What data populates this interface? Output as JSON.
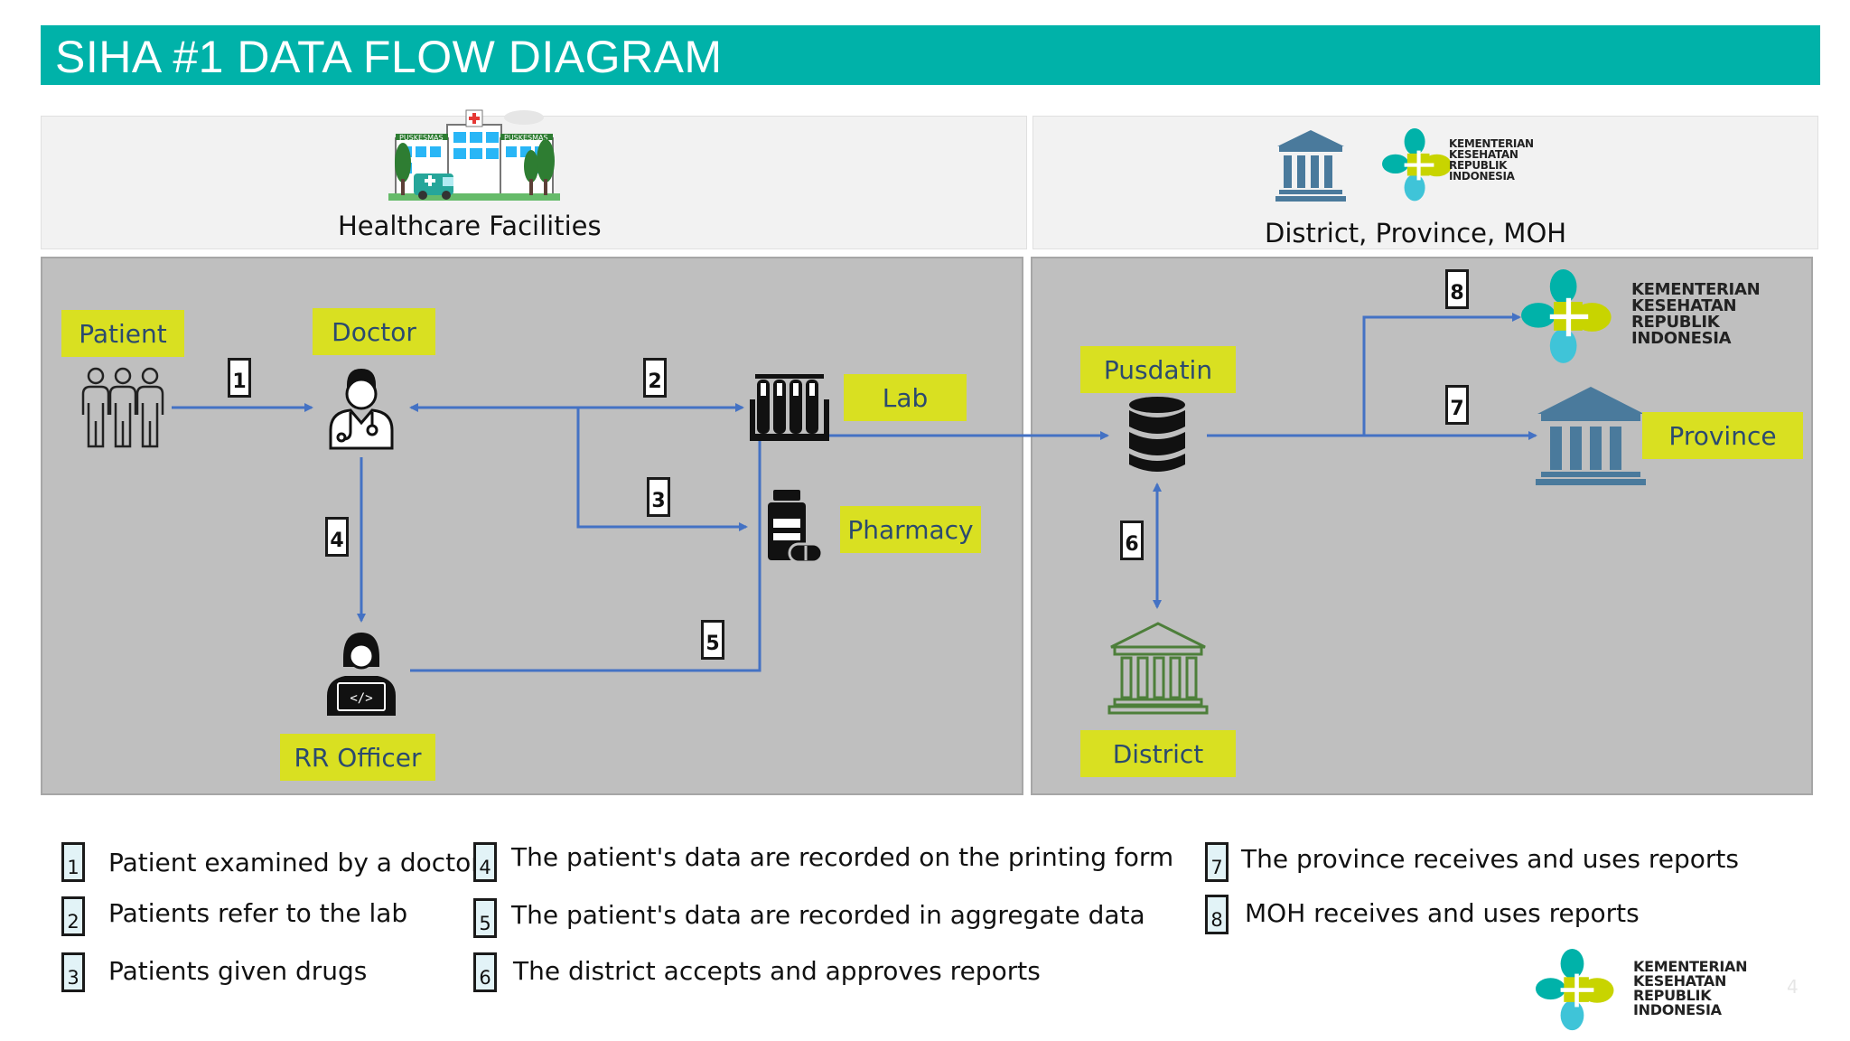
{
  "title": "SIHA #1 DATA FLOW DIAGRAM",
  "colors": {
    "title_bar": "#00b2a9",
    "label_bg": "#d9e021",
    "arrow": "#4472c4",
    "panel": "#bfbfbf"
  },
  "sections": {
    "left": {
      "label": "Healthcare Facilities",
      "hospital_signs": [
        "PUSKESMAS",
        "PUSKESMAS"
      ]
    },
    "right": {
      "label": "District, Province, MOH"
    }
  },
  "nodes": {
    "patient": "Patient",
    "doctor": "Doctor",
    "lab": "Lab",
    "pharmacy": "Pharmacy",
    "rr_officer": "RR Officer",
    "pusdatin": "Pusdatin",
    "district": "District",
    "province": "Province"
  },
  "step_markers": [
    "1",
    "2",
    "3",
    "4",
    "5",
    "6",
    "7",
    "8"
  ],
  "ministry_logo_lines": [
    "KEMENTERIAN",
    "KESEHATAN",
    "REPUBLIK",
    "INDONESIA"
  ],
  "legend": [
    {
      "num": "1",
      "text": "Patient examined by a doctor"
    },
    {
      "num": "2",
      "text": "Patients refer to the lab"
    },
    {
      "num": "3",
      "text": "Patients given drugs"
    },
    {
      "num": "4",
      "text": "The patient's data are recorded on the printing form"
    },
    {
      "num": "5",
      "text": "The patient's data are recorded in aggregate data"
    },
    {
      "num": "6",
      "text": "The district accepts and approves reports"
    },
    {
      "num": "7",
      "text": "The province receives and uses reports"
    },
    {
      "num": "8",
      "text": "MOH receives and uses reports"
    }
  ],
  "icons": [
    "hospital-icon",
    "government-building-icon",
    "people-group-icon",
    "doctor-icon",
    "lab-test-tubes-icon",
    "medicine-bottle-icon",
    "officer-laptop-icon",
    "database-icon",
    "ministry-logo-icon"
  ],
  "page_number": "4"
}
